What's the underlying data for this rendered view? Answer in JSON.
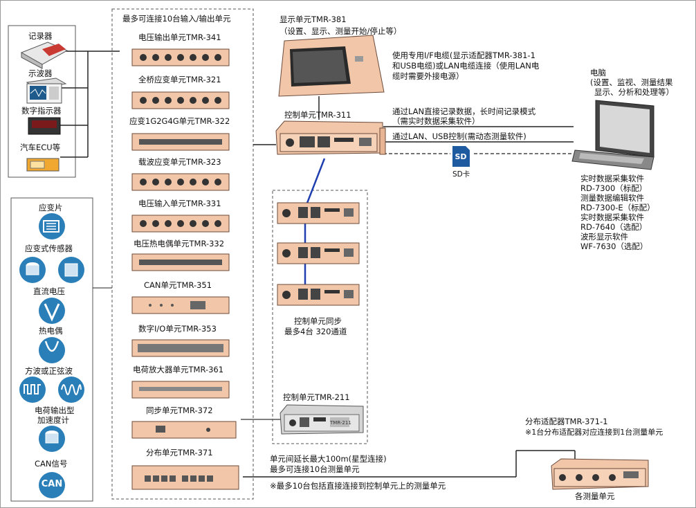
{
  "left_top_box": {
    "items": [
      "记录器",
      "示波器",
      "数字指示器",
      "汽车ECU等"
    ]
  },
  "input_box": {
    "items": [
      "应变片",
      "应变式传感器",
      "直流电压",
      "热电偶",
      "方波或正弦波",
      "电荷输出型",
      "加速度计",
      "CAN信号"
    ],
    "can_icon_text": "CAN"
  },
  "units_panel": {
    "title": "最多可连接10台输入/输出单元",
    "units": [
      "电压输出单元TMR-341",
      "全桥应变单元TMR-321",
      "应变1G2G4G单元TMR-322",
      "载波应变单元TMR-323",
      "电压输入单元TMR-331",
      "电压热电偶单元TMR-332",
      "CAN单元TMR-351",
      "数字I/O单元TMR-353",
      "电荷放大器单元TMR-361",
      "同步单元TMR-372",
      "分布单元TMR-371"
    ]
  },
  "display_unit": {
    "title": "显示单元TMR-381",
    "subtitle": "（设置、显示、测量开始/停止等）",
    "cable_note_1": "使用专用I/F电缆(显示适配器TMR-381-1",
    "cable_note_2": "和USB电缆)或LAN电缆连接（使用LAN电",
    "cable_note_3": "缆时需要外接电源）"
  },
  "control_unit": {
    "title": "控制单元TMR-311",
    "lan_note_1": "通过LAN直接记录数据，长时间记录模式",
    "lan_note_2": "（需实时数据采集软件）",
    "usb_note": "通过LAN、USB控制(需动态测量软件)",
    "sd_icon": "SD",
    "sd_label": "SD卡"
  },
  "sync_group": {
    "label_1": "控制单元同步",
    "label_2": "最多4台 320通道"
  },
  "control_211": {
    "title": "控制单元TMR-211",
    "device_text": "TMR-211"
  },
  "pc": {
    "title": "电脑",
    "subtitle_1": "(设置、监视、测量结果",
    "subtitle_2": "显示、分析和处理等）",
    "software": [
      "实时数据采集软件",
      "RD-7300（标配）",
      "测量数据编辑软件",
      "RD-7300-E（标配）",
      "实时数据采集软件",
      "RD-7640（选配）",
      "波形显示软件",
      "WF-7630（选配）"
    ]
  },
  "distribution": {
    "note_1": "单元间延长最大100m(星型连接)",
    "note_2": "最多可连接10台测量单元",
    "note_3": "※最多10台包括直接连接到控制单元上的测量单元",
    "adapter_title": "分布适配器TMR-371-1",
    "adapter_note": "※1台分布适配器对应连接到1台测量单元",
    "each_unit": "各测量单元"
  },
  "colors": {
    "unit_body": "#f2c6a8",
    "icon_blue": "#2a7fb8",
    "sync_cable": "#1f3fb0"
  }
}
